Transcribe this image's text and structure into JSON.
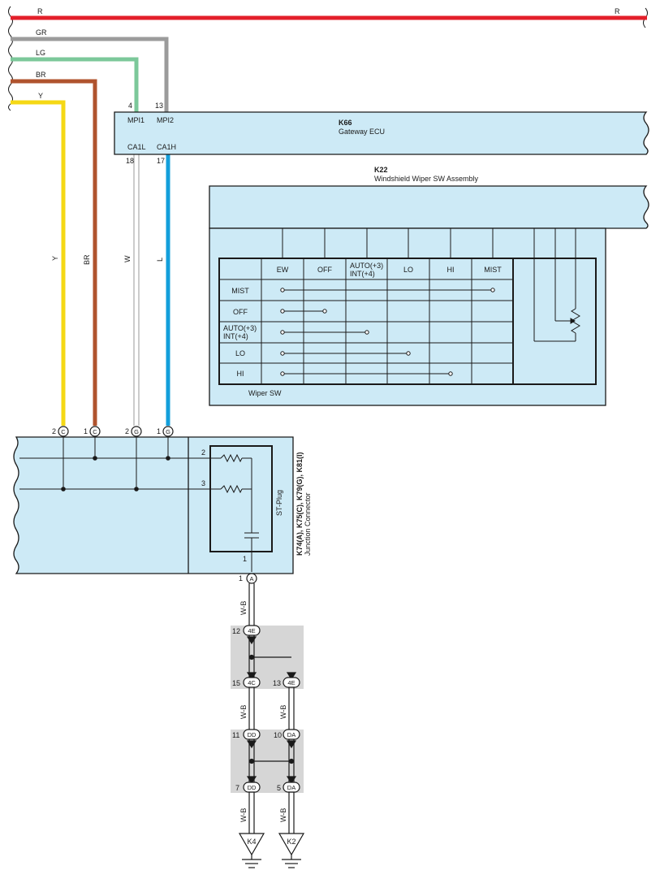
{
  "colors": {
    "block_fill": "#cdeaf6",
    "gray_zone": "#d6d6d6",
    "outline": "#1a1a1a",
    "wire_R": "#e3202a",
    "wire_GR": "#9b9b9b",
    "wire_LG": "#7cc89a",
    "wire_BR": "#b0532e",
    "wire_Y": "#f5d815",
    "wire_L": "#139fdb",
    "wire_W": "#ffffff"
  },
  "wires": {
    "r": {
      "left": "R",
      "right": "R"
    },
    "gr": "GR",
    "lg": "LG",
    "br": "BR",
    "y": "Y",
    "vertical": {
      "y": "Y",
      "br": "BR",
      "w": "W",
      "l": "L"
    },
    "ground": "W-B"
  },
  "gateway": {
    "code": "K66",
    "name": "Gateway ECU",
    "pins_top": [
      {
        "num": "4",
        "name": "MPI1"
      },
      {
        "num": "13",
        "name": "MPI2"
      }
    ],
    "pins_bottom": [
      {
        "num": "18",
        "name": "CA1L"
      },
      {
        "num": "17",
        "name": "CA1H"
      }
    ]
  },
  "wiper": {
    "code": "K22",
    "name": "Windshield Wiper SW Assembly",
    "label": "Wiper SW",
    "columns": [
      "EW",
      "OFF",
      "AUTO(+3)",
      "INT(+4)",
      "LO",
      "HI",
      "MIST"
    ],
    "rows": [
      "MIST",
      "OFF",
      "AUTO(+3)",
      "INT(+4)",
      "LO",
      "HI"
    ]
  },
  "junction": {
    "label": "K74(A), K75(C), K79(G), K81(I)",
    "sublabel": "Junction Connector",
    "plug": "ST-Plug",
    "pins": [
      {
        "num": "2",
        "conn": "C"
      },
      {
        "num": "1",
        "conn": "C"
      },
      {
        "num": "2",
        "conn": "G"
      },
      {
        "num": "1",
        "conn": "G"
      }
    ],
    "plug_pins": [
      "2",
      "3",
      "1"
    ],
    "out_pin": {
      "num": "1",
      "conn": "A"
    }
  },
  "connectors": {
    "c12": {
      "num": "12",
      "conn": "4E"
    },
    "c15": {
      "num": "15",
      "conn": "4C"
    },
    "c13": {
      "num": "13",
      "conn": "4E"
    },
    "c11": {
      "num": "11",
      "conn": "DD"
    },
    "c10": {
      "num": "10",
      "conn": "DA"
    },
    "c7": {
      "num": "7",
      "conn": "DD"
    },
    "c5": {
      "num": "5",
      "conn": "DA"
    }
  },
  "grounds": [
    "K4",
    "K2"
  ]
}
